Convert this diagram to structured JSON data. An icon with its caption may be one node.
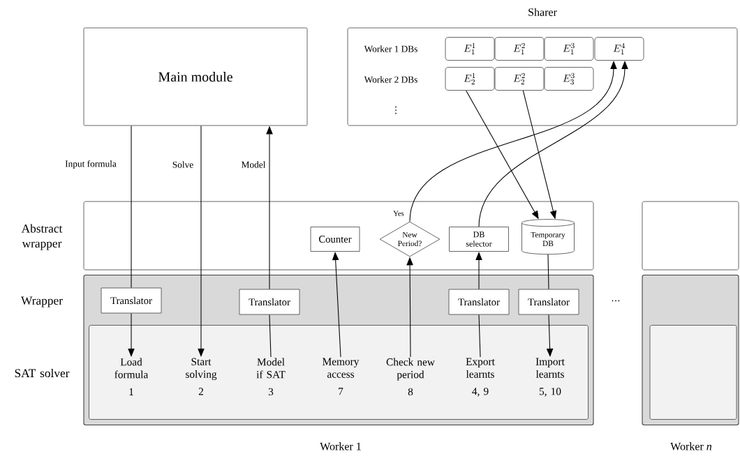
{
  "diagram": {
    "nodes": [
      {
        "text": [
          "Main module"
        ]
      },
      {
        "text": [
          "Sharer"
        ]
      },
      {
        "text": [
          "E_1^1"
        ],
        "in": 1
      },
      {
        "text": [
          "E_1^2"
        ],
        "in": 1
      },
      {
        "text": [
          "E_1^3"
        ],
        "in": 1
      },
      {
        "text": [
          "E_1^4"
        ],
        "in": 1
      },
      {
        "text": [
          "E_2^1"
        ],
        "in": 1
      },
      {
        "text": [
          "E_2^2"
        ],
        "in": 1
      },
      {
        "text": [
          "E_3^3"
        ],
        "in": 1
      },
      {
        "text": [
          "Abstract wrapper"
        ]
      },
      {
        "text": [
          "Counter"
        ],
        "in": 9
      },
      {
        "text": [
          "New Period?"
        ],
        "in": 9
      },
      {
        "text": [
          "DB selector"
        ],
        "in": 9
      },
      {
        "text": [
          "Temporary DB"
        ],
        "in": 9
      },
      {
        "text": [
          "Wrapper"
        ]
      },
      {
        "text": [
          "Translator"
        ],
        "in": 14
      },
      {
        "text": [
          "Translator"
        ],
        "in": 14
      },
      {
        "text": [
          "Translator"
        ],
        "in": 14
      },
      {
        "text": [
          "Translator"
        ],
        "in": 14
      },
      {
        "text": [
          "SAT solver"
        ],
        "in": 14
      },
      {
        "text": [
          "Load formula",
          "1"
        ],
        "in": 19
      },
      {
        "text": [
          "Start solving",
          "2"
        ],
        "in": 19
      },
      {
        "text": [
          "Model if SAT",
          "3"
        ],
        "in": 19
      },
      {
        "text": [
          "Memory access",
          "7"
        ],
        "in": 19
      },
      {
        "text": [
          "Check new period",
          "8"
        ],
        "in": 19
      },
      {
        "text": [
          "Export learnts",
          "4, 9"
        ],
        "in": 19
      },
      {
        "text": [
          "Import learnts",
          "5, 10"
        ],
        "in": 19
      },
      {
        "text": [],
        "shape": "box"
      },
      {
        "text": [],
        "shape": "box"
      },
      {
        "text": [],
        "shape": "box",
        "in": 28
      }
    ],
    "edges": [
      {
        "from": 0,
        "to": 15,
        "arrow": "none",
        "label": "Input formula"
      },
      {
        "from": 15,
        "to": 20,
        "arrow": "to"
      },
      {
        "from": 0,
        "to": 21,
        "arrow": "to",
        "label": "Solve"
      },
      {
        "from": 22,
        "to": 16,
        "arrow": "none"
      },
      {
        "from": 16,
        "to": 0,
        "arrow": "to",
        "label": "Model"
      },
      {
        "from": 23,
        "to": 10,
        "arrow": "to"
      },
      {
        "from": 24,
        "to": 11,
        "arrow": "to"
      },
      {
        "from": 25,
        "to": 17,
        "arrow": "none"
      },
      {
        "from": 17,
        "to": 12,
        "arrow": "to"
      },
      {
        "from": 11,
        "to": 5,
        "arrow": "to",
        "label": "Yes"
      },
      {
        "from": 12,
        "to": 5,
        "arrow": "to"
      },
      {
        "from": 6,
        "to": 13,
        "arrow": "to"
      },
      {
        "from": 7,
        "to": 13,
        "arrow": "to"
      },
      {
        "from": 13,
        "to": 18,
        "arrow": "none"
      },
      {
        "from": 18,
        "to": 26,
        "arrow": "to"
      }
    ],
    "labels": [
      "Worker 1 DBs",
      "Worker 2 DBs",
      "⋮",
      "⋯",
      "Worker 1",
      "Worker *n*"
    ]
  }
}
